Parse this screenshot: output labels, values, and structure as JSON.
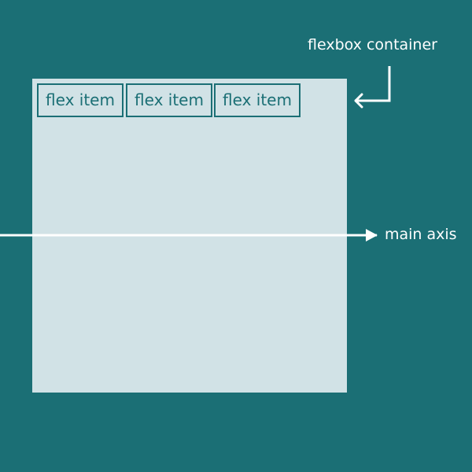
{
  "diagram": {
    "container_label": "flexbox container",
    "axis_label": "main axis",
    "items": [
      "flex item",
      "flex item",
      "flex item"
    ]
  },
  "colors": {
    "background": "#1b6f75",
    "container": "#d1e2e6",
    "item_border": "#1b6f75",
    "text_light": "#ffffff"
  }
}
